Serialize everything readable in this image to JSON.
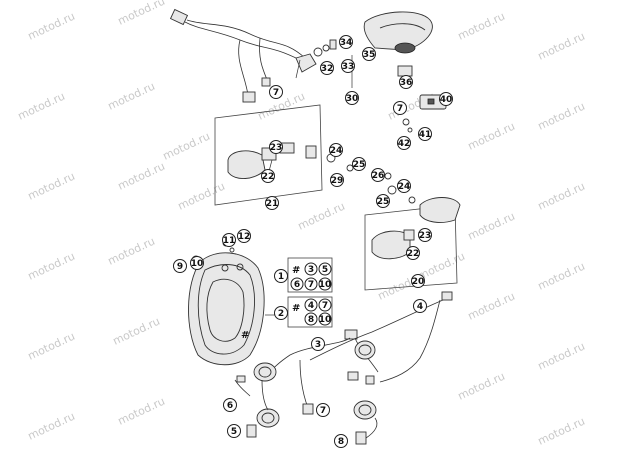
{
  "watermark_text": "motod.ru",
  "callouts": {
    "c1": "1",
    "c2": "2",
    "c3": "3",
    "c4": "4",
    "c5": "5",
    "c6": "6",
    "c7": "7",
    "c8": "8",
    "c9": "9",
    "c10": "10",
    "c11": "11",
    "c12": "12",
    "c20": "20",
    "c21": "21",
    "c22": "22",
    "c23": "23",
    "c24": "24",
    "c25": "25",
    "c26": "26",
    "c29": "29",
    "c30": "30",
    "c32": "32",
    "c33": "33",
    "c34": "34",
    "c35": "35",
    "c36": "36",
    "c40": "40",
    "c41": "41",
    "c42": "42"
  },
  "legend": {
    "hash": "#",
    "set1": [
      "3",
      "5",
      "6",
      "7",
      "10"
    ],
    "set2": [
      "4",
      "7",
      "8",
      "10"
    ]
  }
}
